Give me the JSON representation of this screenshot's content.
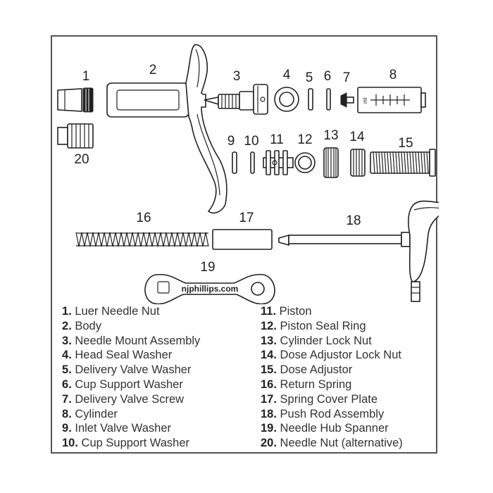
{
  "parts": [
    {
      "number": "1",
      "name": "Luer Needle Nut"
    },
    {
      "number": "2",
      "name": "Body"
    },
    {
      "number": "3",
      "name": "Needle Mount Assembly"
    },
    {
      "number": "4",
      "name": "Head Seal Washer"
    },
    {
      "number": "5",
      "name": "Delivery Valve Washer"
    },
    {
      "number": "6",
      "name": "Cup Support Washer"
    },
    {
      "number": "7",
      "name": "Delivery Valve Screw"
    },
    {
      "number": "8",
      "name": "Cylinder"
    },
    {
      "number": "9",
      "name": "Inlet Valve Washer"
    },
    {
      "number": "10",
      "name": "Cup Support Washer"
    },
    {
      "number": "11",
      "name": "Piston"
    },
    {
      "number": "12",
      "name": "Piston Seal Ring"
    },
    {
      "number": "13",
      "name": "Cylinder Lock Nut"
    },
    {
      "number": "14",
      "name": "Dose Adjustor Lock Nut"
    },
    {
      "number": "15",
      "name": "Dose Adjustor"
    },
    {
      "number": "16",
      "name": "Return Spring"
    },
    {
      "number": "17",
      "name": "Spring Cover Plate"
    },
    {
      "number": "18",
      "name": "Push Rod Assembly"
    },
    {
      "number": "19",
      "name": "Needle Hub Spanner"
    },
    {
      "number": "20",
      "name": "Needle Nut (alternative)"
    }
  ],
  "spanner_logo": "njphillips.com",
  "cylinder_scale": "ml",
  "colors": {
    "line": "#222222",
    "text": "#333333",
    "frame": "#555555"
  }
}
